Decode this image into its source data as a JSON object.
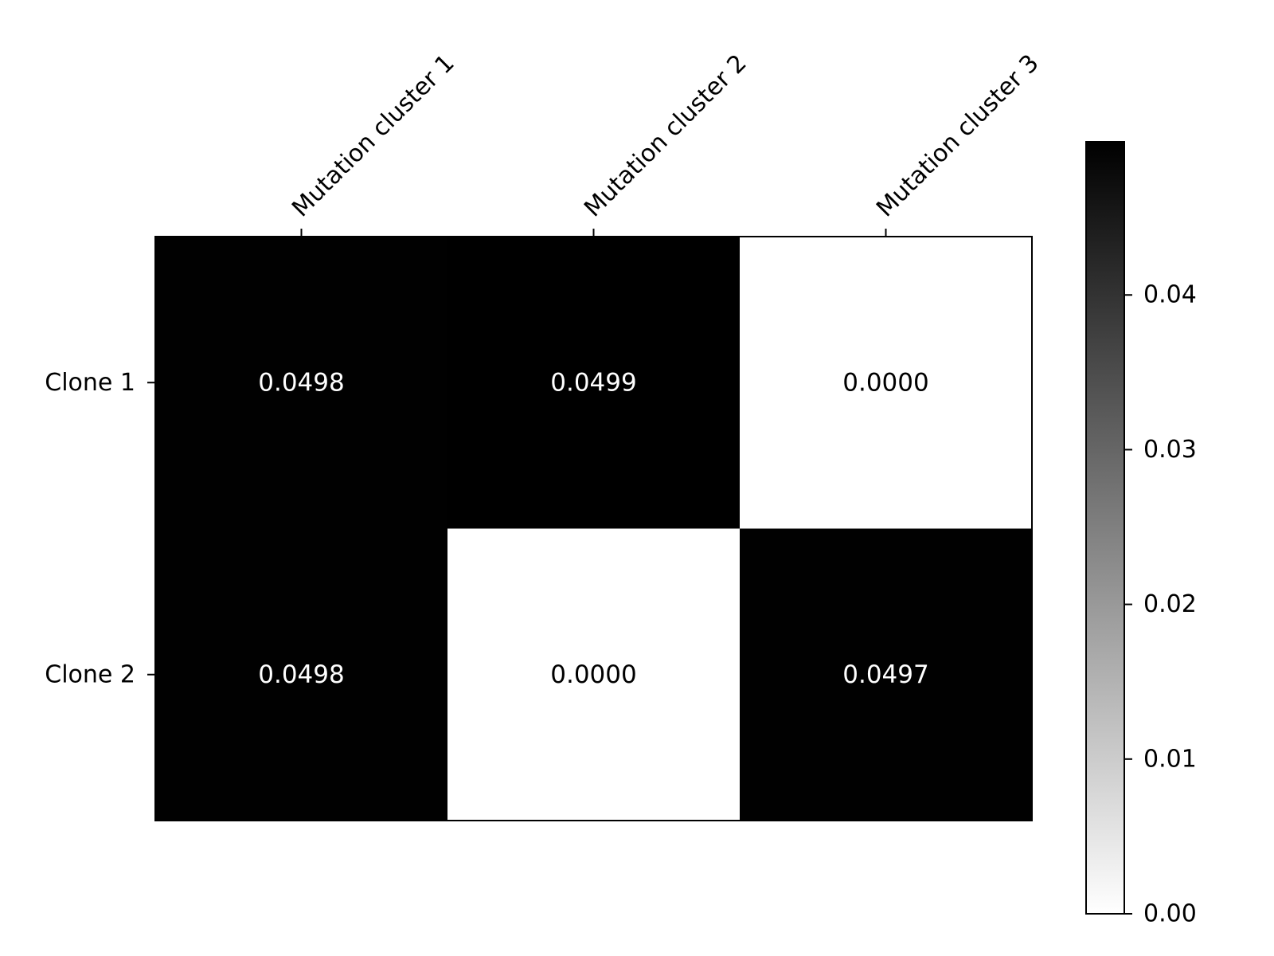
{
  "chart_data": {
    "type": "heatmap",
    "rows": [
      "Clone 1",
      "Clone 2"
    ],
    "columns": [
      "Mutation cluster 1",
      "Mutation cluster 2",
      "Mutation cluster 3"
    ],
    "values": [
      [
        0.0498,
        0.0499,
        0.0
      ],
      [
        0.0498,
        0.0,
        0.0497
      ]
    ],
    "cell_labels": [
      [
        "0.0498",
        "0.0499",
        "0.0000"
      ],
      [
        "0.0498",
        "0.0000",
        "0.0497"
      ]
    ],
    "colormap": "gray_r",
    "colorbar": {
      "range": [
        0,
        0.0499
      ],
      "ticks": [
        0.0,
        0.01,
        0.02,
        0.03,
        0.04
      ],
      "tick_labels": [
        "0.00",
        "0.01",
        "0.02",
        "0.03",
        "0.04"
      ],
      "placement": "right"
    },
    "x_tick_position": "top",
    "title": "",
    "xlabel": "",
    "ylabel": "",
    "grid": false
  },
  "colors": {
    "low": "#ffffff",
    "high": "#000000",
    "dark_cell_text": "#ffffff",
    "light_cell_text": "#000000"
  }
}
